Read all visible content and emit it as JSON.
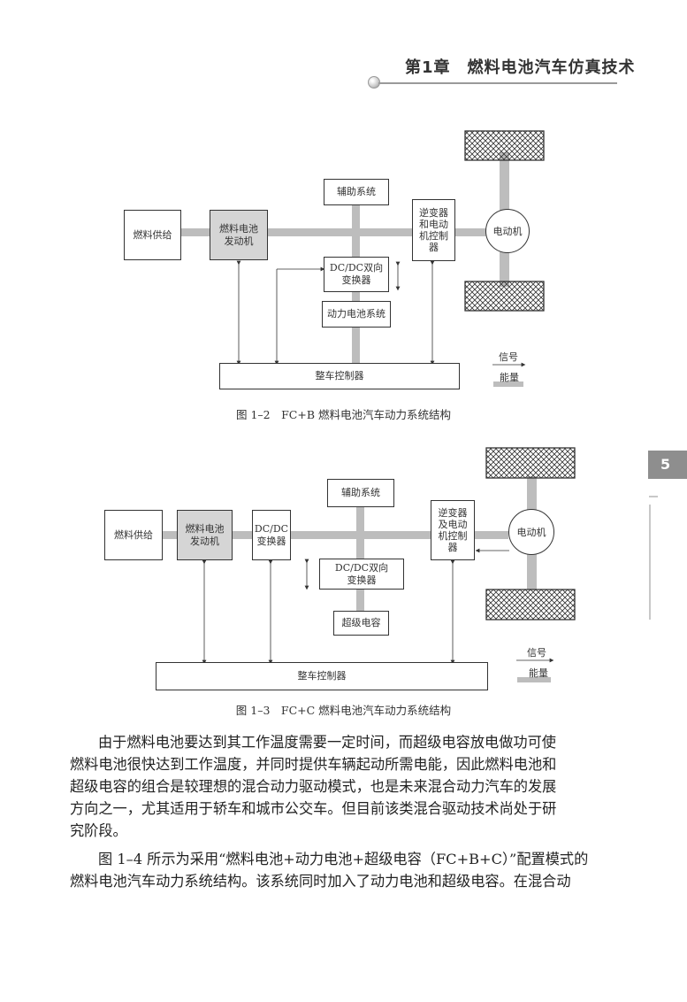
{
  "header": {
    "chapter_title": "第1章　燃料电池汽车仿真技术"
  },
  "thumb_tab": {
    "page_number": "5"
  },
  "figure_1_2": {
    "caption": "图 1–2　FC+B 燃料电池汽车动力系统结构",
    "fuel_supply": "燃料供给",
    "fc_engine": "燃料电池\n发动机",
    "auxiliary": "辅助系统",
    "dcdc": "DC/DC双向\n变换器",
    "battery": "动力电池系统",
    "inverter": "逆变器\n和电动\n机控制\n器",
    "motor": "电动机",
    "vcu": "整车控制器",
    "legend_signal": "信号",
    "legend_energy": "能量"
  },
  "figure_1_3": {
    "caption": "图 1–3　FC+C 燃料电池汽车动力系统结构",
    "fuel_supply": "燃料供给",
    "fc_engine": "燃料电池\n发动机",
    "dcdc_single": "DC/DC\n变换器",
    "auxiliary": "辅助系统",
    "dcdc_bi": "DC/DC双向\n变换器",
    "supercap": "超级电容",
    "inverter": "逆变器\n及电动\n机控制\n器",
    "motor": "电动机",
    "vcu": "整车控制器",
    "legend_signal": "信号",
    "legend_energy": "能量"
  },
  "body": {
    "para1_lines": [
      "由于燃料电池要达到其工作温度需要一定时间，而超级电容放电做功可使",
      "燃料电池很快达到工作温度，并同时提供车辆起动所需电能，因此燃料电池和",
      "超级电容的组合是较理想的混合动力驱动模式，也是未来混合动力汽车的发展",
      "方向之一，尤其适用于轿车和城市公交车。但目前该类混合驱动技术尚处于研",
      "究阶段。"
    ],
    "para2_lines": [
      "图 1–4 所示为采用“燃料电池+动力电池+超级电容（FC+B+C）”配置模式的",
      "燃料电池汽车动力系统结构。该系统同时加入了动力电池和超级电容。在混合动"
    ]
  }
}
